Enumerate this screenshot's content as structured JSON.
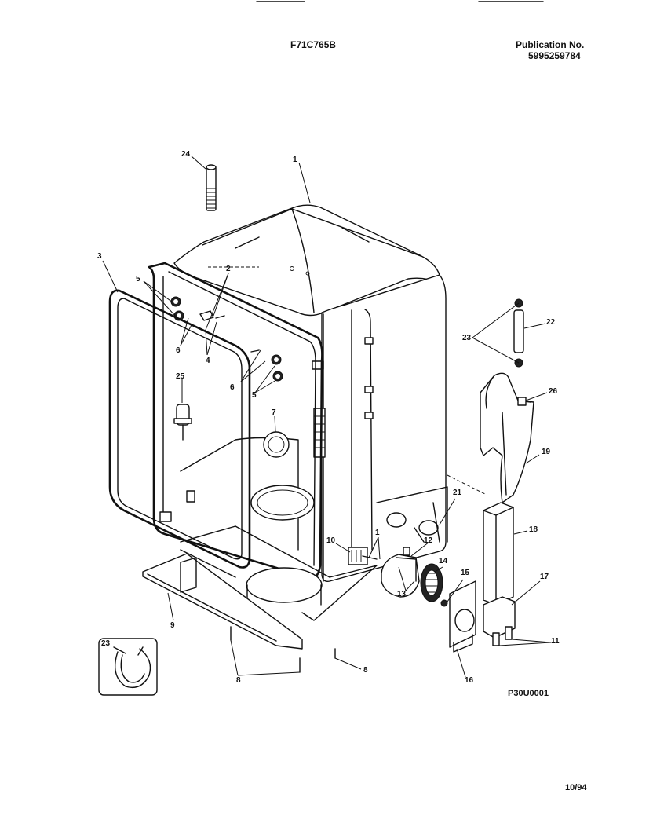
{
  "header": {
    "top_left_partial": "",
    "model": "F71C765B",
    "publication_label": "Publication No.",
    "publication_number": "5995259784"
  },
  "footer": {
    "diagram_code": "P30U0001",
    "date": "10/94"
  },
  "part_labels": {
    "p1": "1",
    "p2": "2",
    "p3": "3",
    "p4": "4",
    "p5a": "5",
    "p5b": "5",
    "p6a": "6",
    "p6b": "6",
    "p7": "7",
    "p8a": "8",
    "p8b": "8",
    "p9": "9",
    "p10": "10",
    "p11": "11",
    "p12": "12",
    "p13": "13",
    "p14": "14",
    "p15": "15",
    "p16": "16",
    "p17": "17",
    "p18": "18",
    "p19": "19",
    "p21": "21",
    "p22": "22",
    "p23a": "23",
    "p23b": "23",
    "p24": "24",
    "p25": "25",
    "p26": "26"
  }
}
